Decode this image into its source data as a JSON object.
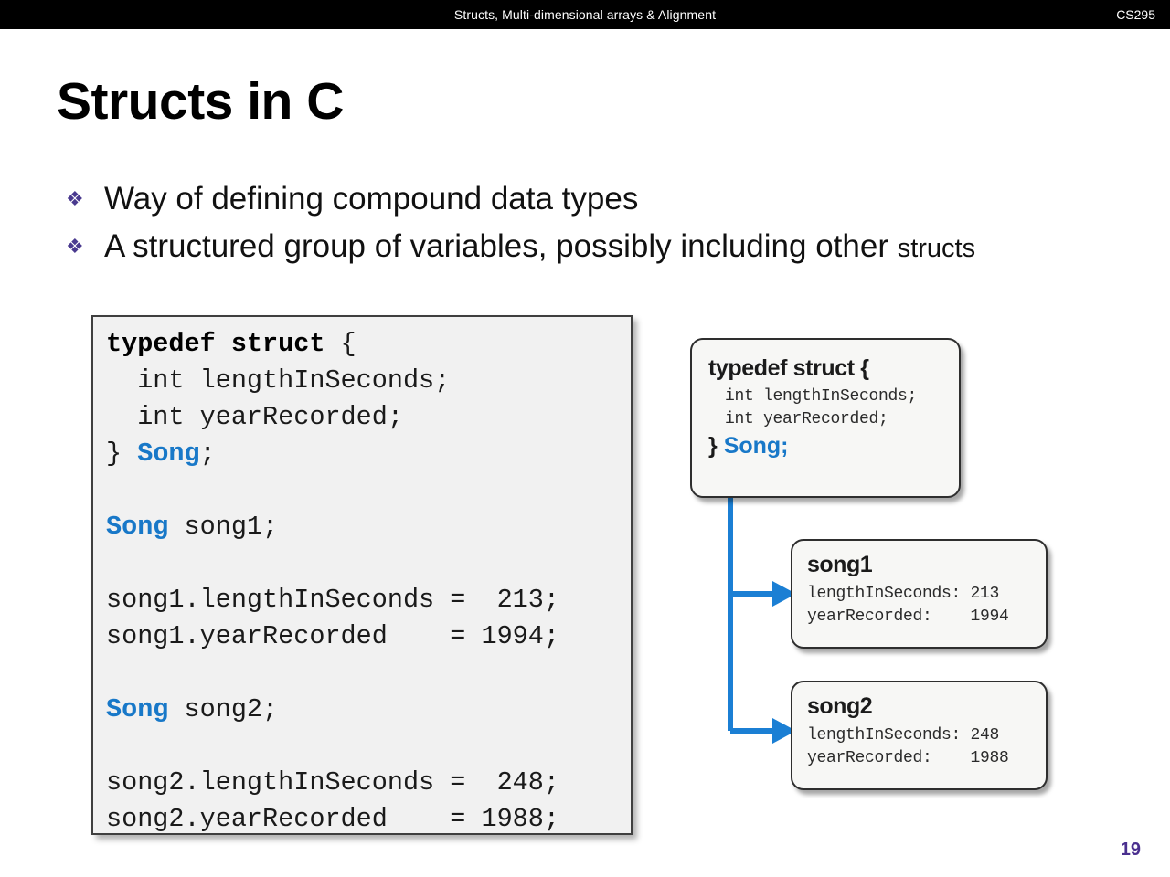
{
  "header": {
    "title": "Structs, Multi-dimensional arrays & Alignment",
    "course": "CS295"
  },
  "slide": {
    "title": "Structs in C",
    "page_number": "19"
  },
  "bullets": [
    {
      "marker": "❖",
      "text": "Way of defining compound data types",
      "tail": ""
    },
    {
      "marker": "❖",
      "text": "A structured group of variables, possibly including other ",
      "tail": "structs"
    }
  ],
  "code_panel": {
    "lines": [
      {
        "kw": "typedef struct",
        "rest": " {"
      },
      {
        "plain": "  int lengthInSeconds;"
      },
      {
        "plain": "  int yearRecorded;"
      },
      {
        "close": "} ",
        "type": "Song",
        "rest2": ";"
      },
      {
        "plain": ""
      },
      {
        "type": "Song",
        "rest": " song1;"
      },
      {
        "plain": ""
      },
      {
        "plain": "song1.lengthInSeconds =  213;"
      },
      {
        "plain": "song1.yearRecorded    = 1994;"
      },
      {
        "plain": ""
      },
      {
        "type": "Song",
        "rest": " song2;"
      },
      {
        "plain": ""
      },
      {
        "plain": "song2.lengthInSeconds =  248;"
      },
      {
        "plain": "song2.yearRecorded    = 1988;"
      }
    ],
    "text": "typedef struct {\n  int lengthInSeconds;\n  int yearRecorded;\n} Song;\n\nSong song1;\n\nsong1.lengthInSeconds =  213;\nsong1.yearRecorded    = 1994;\n\nSong song2;\n\nsong2.lengthInSeconds =  248;\nsong2.yearRecorded    = 1988;"
  },
  "diagram": {
    "typedef_box": {
      "header": "typedef struct {",
      "field1": "int lengthInSeconds;",
      "field2": "int yearRecorded;",
      "close_brace": "} ",
      "type_name": "Song;"
    },
    "instances": [
      {
        "name": "song1",
        "field_length_label": "lengthInSeconds:",
        "field_length_value": "213",
        "field_year_label": "yearRecorded:",
        "field_year_value": "1994",
        "line_length": "lengthInSeconds: 213",
        "line_year": "yearRecorded:    1994"
      },
      {
        "name": "song2",
        "field_length_label": "lengthInSeconds:",
        "field_length_value": "248",
        "field_year_label": "yearRecorded:",
        "field_year_value": "1988",
        "line_length": "lengthInSeconds: 248",
        "line_year": "yearRecorded:    1988"
      }
    ]
  },
  "colors": {
    "header_bg": "#000000",
    "header_text": "#ffffff",
    "accent_blue": "#1878c8",
    "connector_blue": "#1b7fd4",
    "bullet_purple": "#4a3a8f",
    "page_number_purple": "#4a2f8f",
    "code_panel_bg": "#f1f1f1",
    "code_panel_border": "#3f3f3f"
  }
}
